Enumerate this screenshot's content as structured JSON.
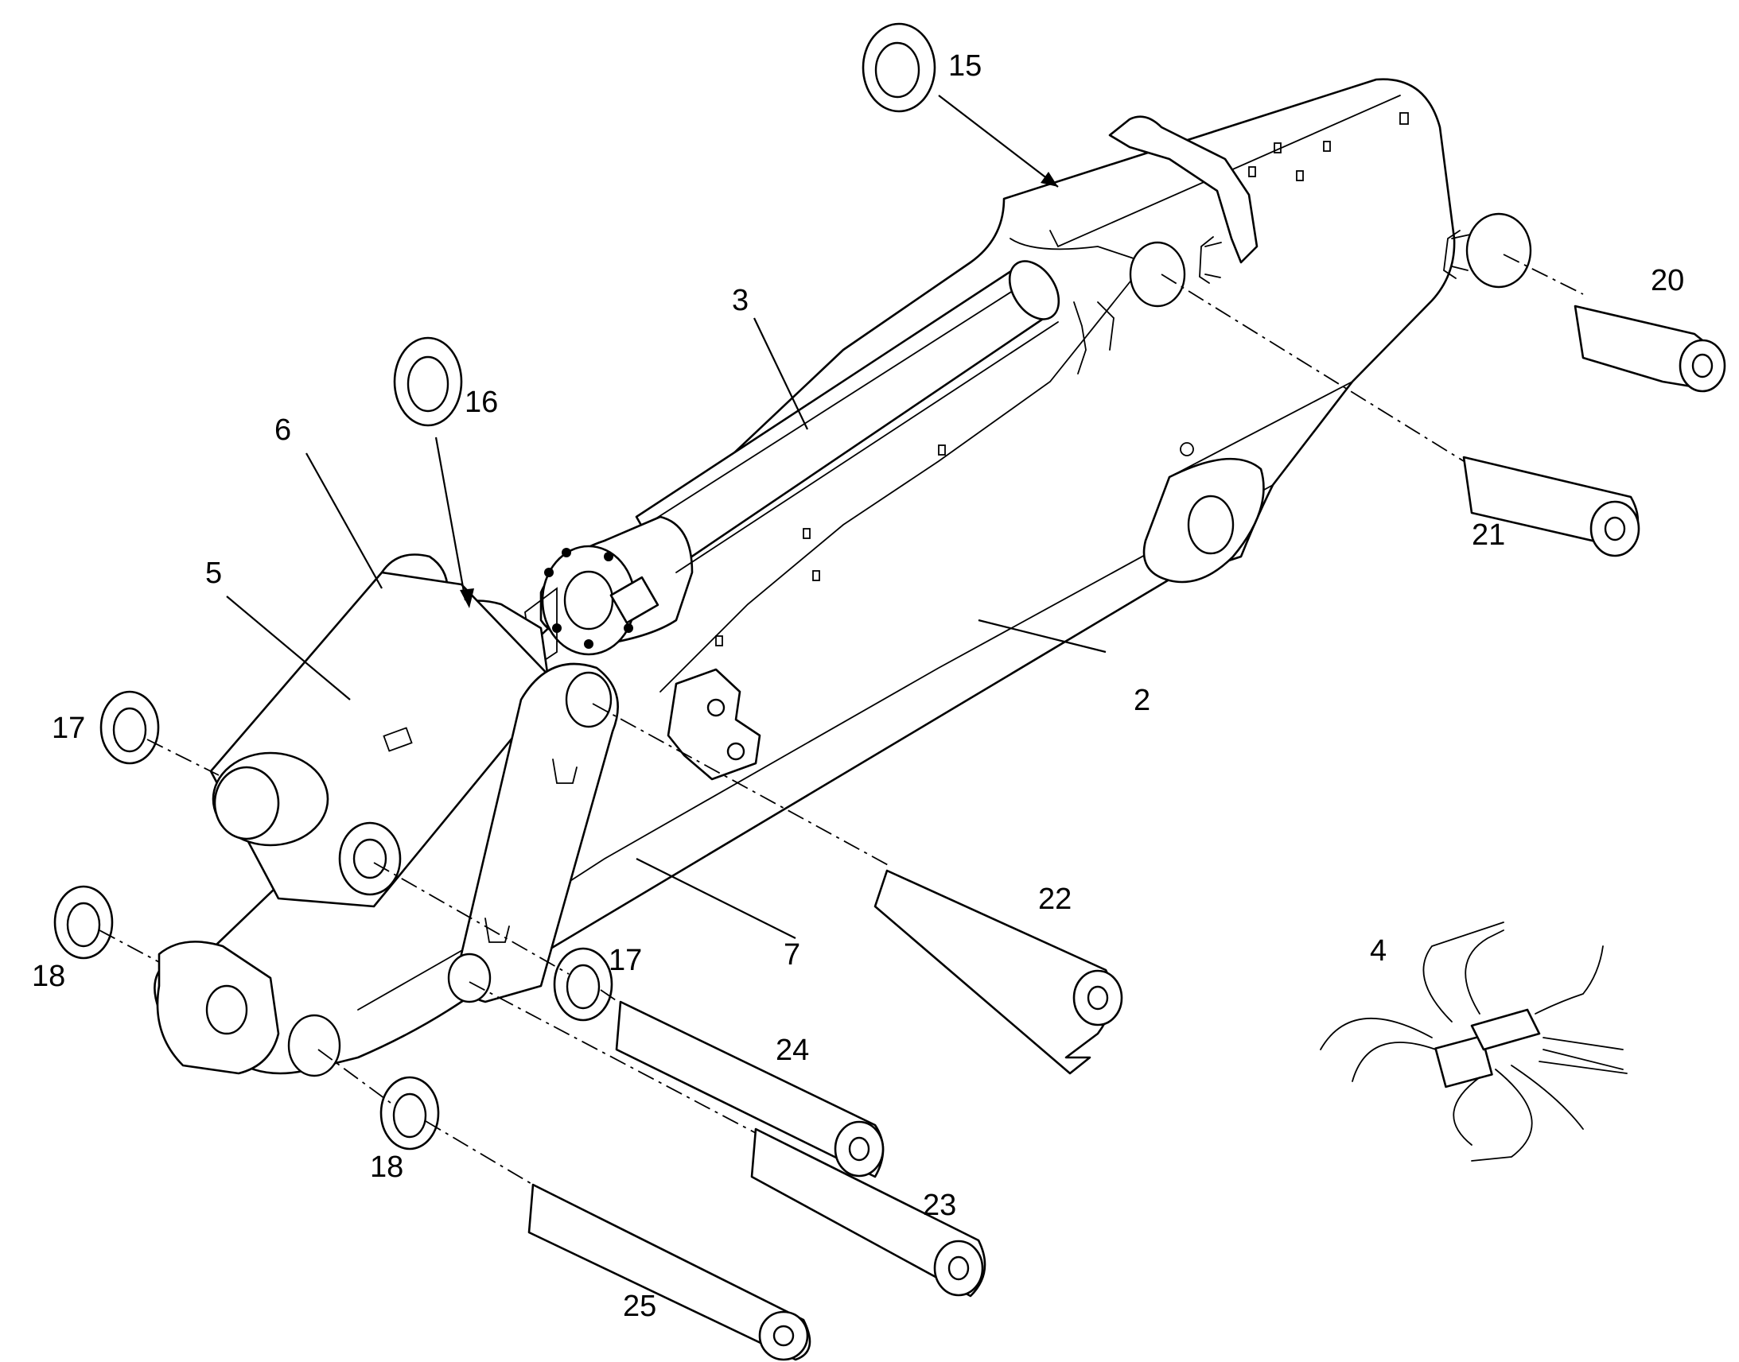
{
  "callouts": {
    "c15": "15",
    "c20": "20",
    "c3": "3",
    "c16": "16",
    "c6": "6",
    "c5": "5",
    "c21": "21",
    "c17a": "17",
    "c2": "2",
    "c22": "22",
    "c7": "7",
    "c4": "4",
    "c18a": "18",
    "c17b": "17",
    "c24": "24",
    "c18b": "18",
    "c23": "23",
    "c25": "25"
  }
}
